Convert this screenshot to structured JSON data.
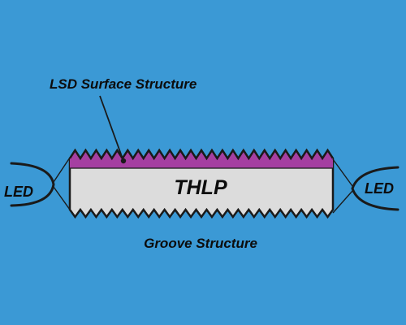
{
  "labels": {
    "lsd_surface": "LSD Surface Structure",
    "panel": "THLP",
    "groove": "Groove Structure",
    "led_left": "LED",
    "led_right": "LED"
  },
  "colors": {
    "background": "#3b99d5",
    "panel_fill": "#dcdcdc",
    "lsd_layer": "#a53fa1",
    "outline": "#1a1a1a",
    "text": "#0c0c0c"
  }
}
